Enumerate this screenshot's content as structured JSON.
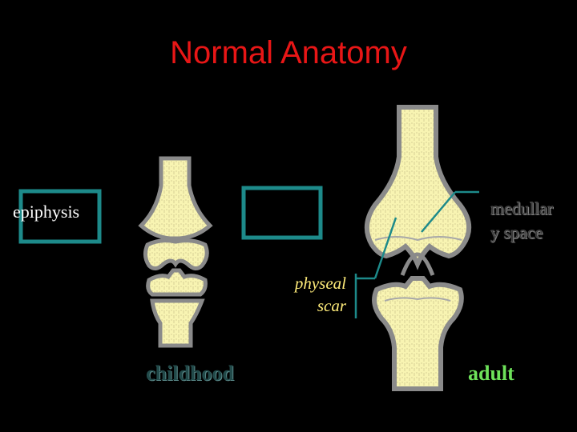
{
  "title": "Normal Anatomy",
  "labels": {
    "epiphysis": "epiphysis",
    "medullary_line1": "medullar",
    "medullary_line2": "y space",
    "physeal_line1": "physeal",
    "physeal_line2": "scar",
    "childhood": "childhood",
    "adult": "adult"
  },
  "colors": {
    "background": "#000000",
    "title": "#e81616",
    "bone_fill": "#f8f4b2",
    "bone_outline": "#8a8a8a",
    "callout_box": "#1d8a8a",
    "leader_lines": "#1d8a8a"
  }
}
